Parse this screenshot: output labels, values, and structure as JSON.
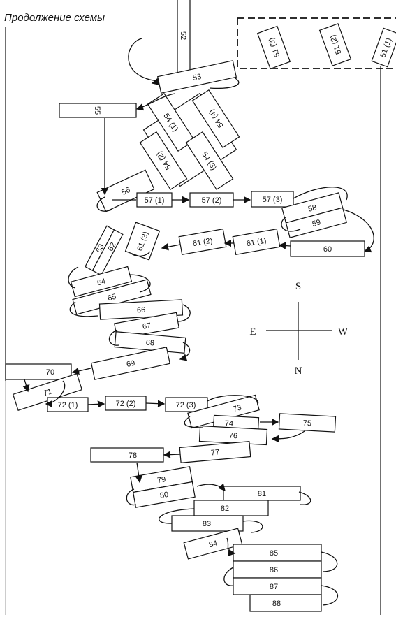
{
  "title": "Продолжение схемы",
  "compass": {
    "top": "S",
    "bottom": "N",
    "left": "E",
    "right": "W"
  },
  "boxes": {
    "b52": "52",
    "b51_1": "51 (1)",
    "b51_2": "51 (2)",
    "b51_3": "51 (3)",
    "b53": "53",
    "b55": "55",
    "b54_1": "54 (1)",
    "b54_2": "54 (2)",
    "b54_3": "54 (3)",
    "b54_4": "54 (4)",
    "b56": "56",
    "b57_1": "57 (1)",
    "b57_2": "57 (2)",
    "b57_3": "57 (3)",
    "b58": "58",
    "b59": "59",
    "b60": "60",
    "b61_1": "61 (1)",
    "b61_2": "61 (2)",
    "b61_3": "61 (3)",
    "b62": "62",
    "b63": "63",
    "b64": "64",
    "b65": "65",
    "b66": "66",
    "b67": "67",
    "b68": "68",
    "b69": "69",
    "b70": "70",
    "b71": "71",
    "b72_1": "72 (1)",
    "b72_2": "72 (2)",
    "b72_3": "72 (3)",
    "b73": "73",
    "b74": "74",
    "b75": "75",
    "b76": "76",
    "b77": "77",
    "b78": "78",
    "b79": "79",
    "b80": "80",
    "b81": "81",
    "b82": "82",
    "b83": "83",
    "b84": "84",
    "b85": "85",
    "b86": "86",
    "b87": "87",
    "b88": "88"
  }
}
